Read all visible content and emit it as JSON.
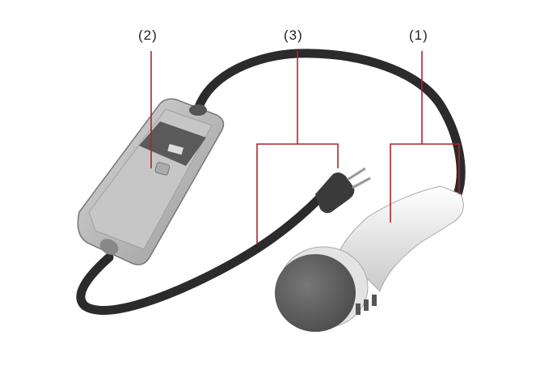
{
  "labels": {
    "handle": "(1)",
    "control_box": "(2)",
    "cable_plug": "(3)"
  },
  "colors": {
    "callout": "#b0242c",
    "cable": "#2b2b2b",
    "box": "#b9b9b9",
    "handle": "#efefef",
    "handle_head": "#5d5d5d"
  }
}
